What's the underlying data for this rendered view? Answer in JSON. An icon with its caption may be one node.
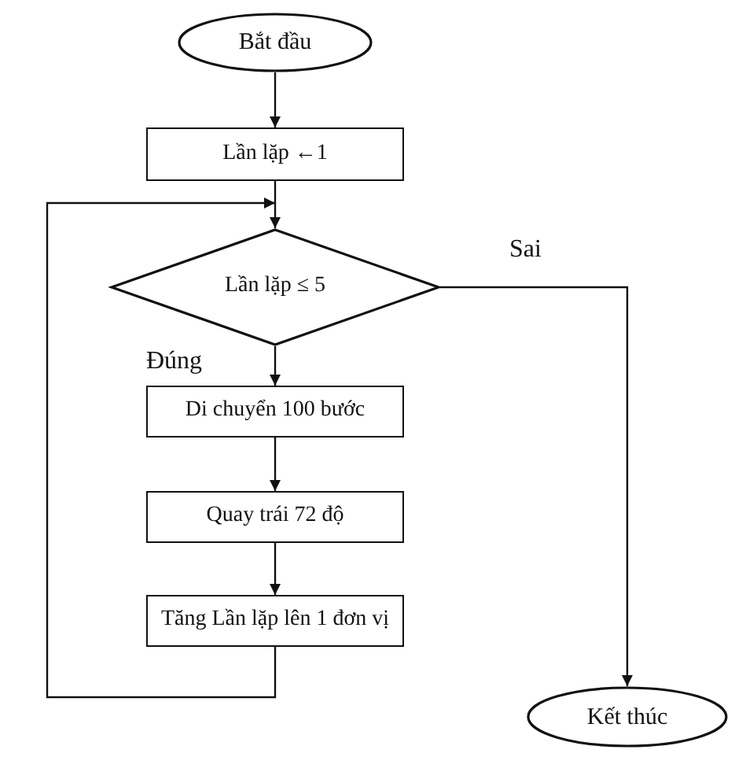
{
  "diagram": {
    "nodes": [
      {
        "text": [
          "Bắt đầu"
        ]
      },
      {
        "text": [
          "Lần lặp ←1"
        ]
      },
      {
        "text": [
          "Lần lặp ≤ 5"
        ]
      },
      {
        "text": [
          "Di chuyển 100 bước"
        ]
      },
      {
        "text": [
          "Quay trái 72 độ"
        ]
      },
      {
        "text": [
          "Tăng Lần lặp lên 1 đơn vị"
        ]
      },
      {
        "text": [
          "Kết thúc"
        ]
      }
    ],
    "edges": [
      {
        "from": 0,
        "to": 1,
        "arrow": "to"
      },
      {
        "from": 1,
        "to": 2,
        "arrow": "to"
      },
      {
        "from": 2,
        "to": 3,
        "arrow": "to",
        "label": "Đúng"
      },
      {
        "from": 3,
        "to": 4,
        "arrow": "to"
      },
      {
        "from": 4,
        "to": 5,
        "arrow": "to"
      },
      {
        "from": 5,
        "to": 2,
        "arrow": "to"
      },
      {
        "from": 2,
        "to": 6,
        "arrow": "to",
        "label": "Sai"
      }
    ]
  }
}
